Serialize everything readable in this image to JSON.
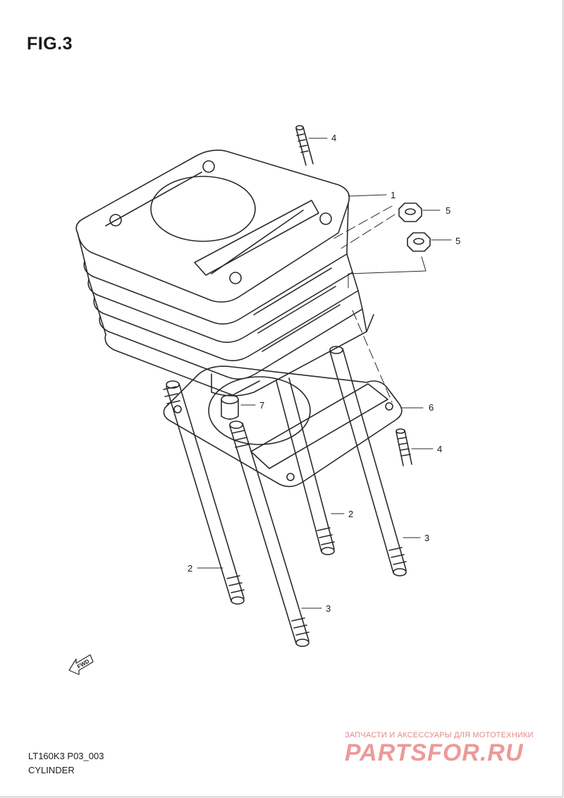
{
  "figure": {
    "title": "FIG.3"
  },
  "callouts": [
    {
      "id": "c4a",
      "label": "4"
    },
    {
      "id": "c1",
      "label": "1"
    },
    {
      "id": "c5a",
      "label": "5"
    },
    {
      "id": "c5b",
      "label": "5"
    },
    {
      "id": "c7",
      "label": "7"
    },
    {
      "id": "c6",
      "label": "6"
    },
    {
      "id": "c4b",
      "label": "4"
    },
    {
      "id": "c2a",
      "label": "2"
    },
    {
      "id": "c3a",
      "label": "3"
    },
    {
      "id": "c2b",
      "label": "2"
    },
    {
      "id": "c3b",
      "label": "3"
    }
  ],
  "fwd_label": "FWD",
  "footer": {
    "model_code": "LT160K3 P03_003",
    "part_name": "CYLINDER"
  },
  "watermark": {
    "tagline": "ЗАПЧАСТИ И АКСЕССУАРЫ ДЛЯ МОТОТЕХНИКИ",
    "brand": "PARTSFOR.RU",
    "color": "#ec9a9a"
  }
}
